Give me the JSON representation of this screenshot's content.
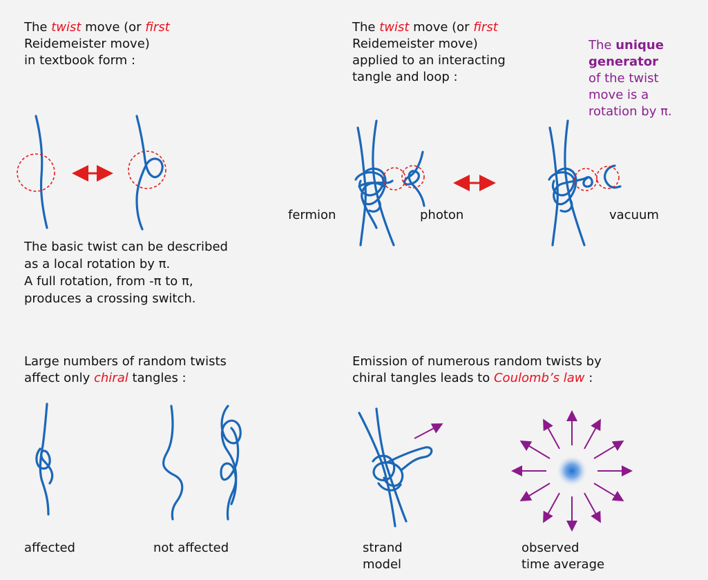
{
  "panel_tl": {
    "title_the": "The ",
    "title_twist": "twist",
    "title_move": " move (or ",
    "title_first": "first",
    "line2": "Reidemeister move)",
    "line3": "in textbook form :",
    "caption1": "The basic twist can be described",
    "caption2": "as a local rotation by π.",
    "caption3": "A full rotation, from -π to π,",
    "caption4": "produces a crossing switch."
  },
  "panel_tr": {
    "title_the": "The ",
    "title_twist": "twist",
    "title_move": " move (or ",
    "title_first": "first",
    "line2": "Reidemeister move)",
    "line3": "applied to an interacting",
    "line4": "tangle and loop :",
    "label_fermion": "fermion",
    "label_photon": "photon",
    "label_vacuum": "vacuum",
    "note_the": "The ",
    "note_unique": "unique",
    "note_generator": "generator",
    "note_line3": "of the twist",
    "note_line4": "move is a",
    "note_line5": "rotation by π."
  },
  "panel_bl": {
    "line1": "Large numbers of random twists",
    "line2_a": "affect only ",
    "line2_chiral": "chiral",
    "line2_b": "  tangles :",
    "label_affected": "affected",
    "label_not_affected": "not  affected"
  },
  "panel_br": {
    "line1": "Emission of numerous random twists by",
    "line2_a": "chiral tangles leads to ",
    "line2_coulomb": "Coulomb’s law",
    "line2_b": " :",
    "label_strand": "strand",
    "label_model": "model",
    "label_observed": "observed",
    "label_time_average": "time average"
  },
  "colors": {
    "strand": "#1b67b8",
    "red_accent": "#e8101e",
    "purple_accent": "#8a1f8f",
    "background": "#f3f3f3"
  }
}
